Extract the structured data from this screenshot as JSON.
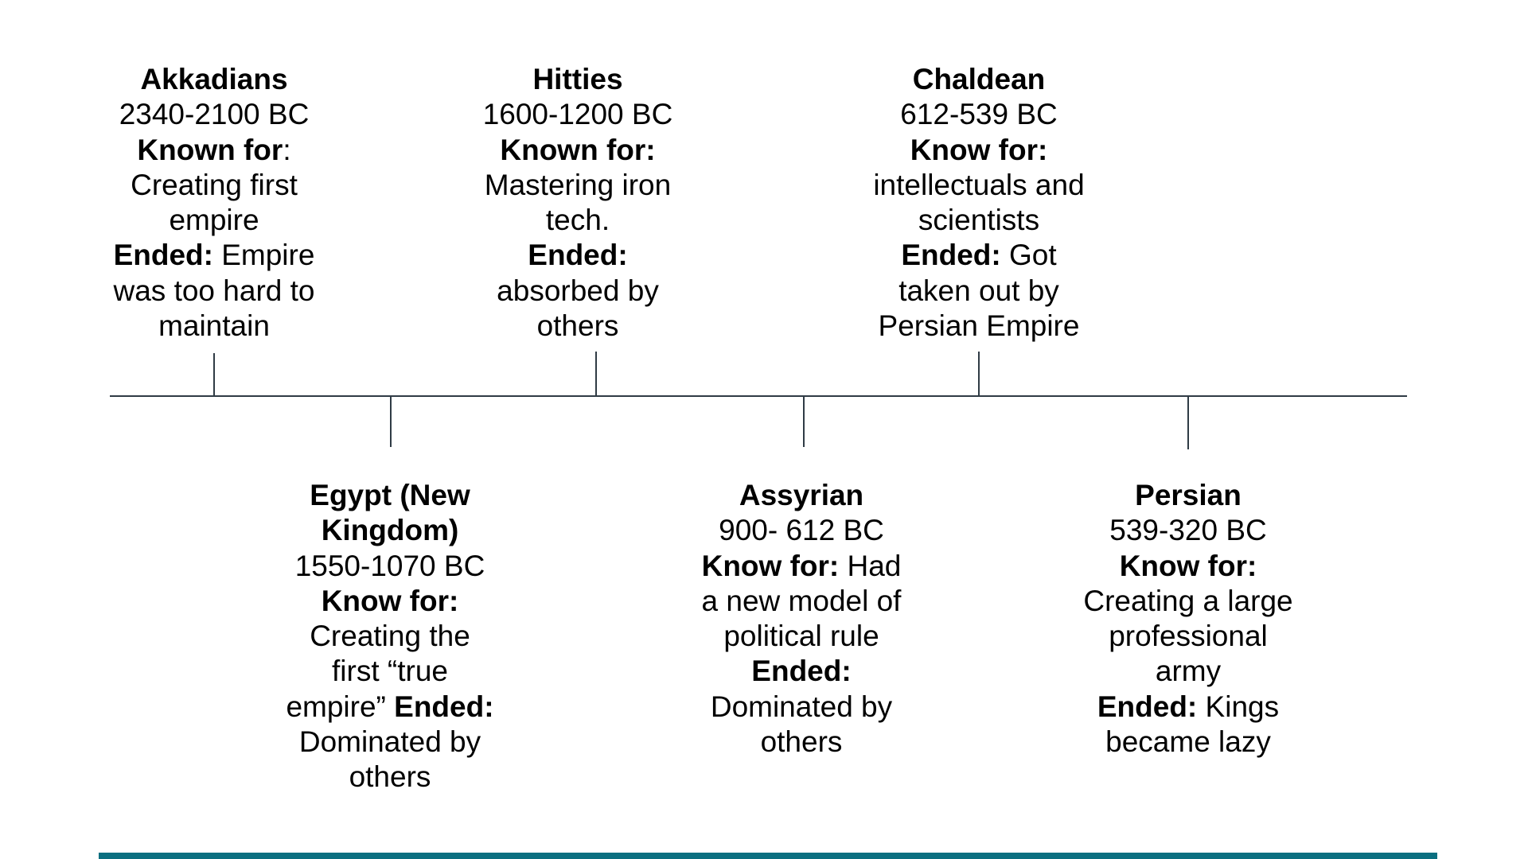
{
  "theme": {
    "line_color": "#2f3b45",
    "bottom_bar_color": "#0b6f80"
  },
  "timeline": {
    "entries": [
      {
        "name": "Akkadians",
        "dates": "2340-2100 BC",
        "lines": [
          [
            {
              "t": "Akkadians",
              "b": true
            }
          ],
          [
            {
              "t": "2340-2100 BC",
              "b": false
            }
          ],
          [
            {
              "t": "Known for",
              "b": true
            },
            {
              "t": ":",
              "b": false
            }
          ],
          [
            {
              "t": "Creating first",
              "b": false
            }
          ],
          [
            {
              "t": "empire",
              "b": false
            }
          ],
          [
            {
              "t": "Ended:",
              "b": true
            },
            {
              "t": " Empire",
              "b": false
            }
          ],
          [
            {
              "t": "was too hard to",
              "b": false
            }
          ],
          [
            {
              "t": "maintain",
              "b": false
            }
          ]
        ]
      },
      {
        "name": "Egypt (New Kingdom)",
        "dates": "1550-1070 BC",
        "lines": [
          [
            {
              "t": "Egypt (New",
              "b": true
            }
          ],
          [
            {
              "t": "Kingdom)",
              "b": true
            }
          ],
          [
            {
              "t": "1550-1070 BC",
              "b": false
            }
          ],
          [
            {
              "t": "Know for:",
              "b": true
            }
          ],
          [
            {
              "t": "Creating the",
              "b": false
            }
          ],
          [
            {
              "t": "first “true",
              "b": false
            }
          ],
          [
            {
              "t": "empire” ",
              "b": false
            },
            {
              "t": "Ended:",
              "b": true
            }
          ],
          [
            {
              "t": "Dominated by",
              "b": false
            }
          ],
          [
            {
              "t": "others",
              "b": false
            }
          ]
        ]
      },
      {
        "name": "Hitties",
        "dates": "1600-1200 BC",
        "lines": [
          [
            {
              "t": "Hitties",
              "b": true
            }
          ],
          [
            {
              "t": "1600-1200 BC",
              "b": false
            }
          ],
          [
            {
              "t": "Known for:",
              "b": true
            }
          ],
          [
            {
              "t": "Mastering iron",
              "b": false
            }
          ],
          [
            {
              "t": "tech.",
              "b": false
            }
          ],
          [
            {
              "t": "Ended:",
              "b": true
            }
          ],
          [
            {
              "t": "absorbed by",
              "b": false
            }
          ],
          [
            {
              "t": "others",
              "b": false
            }
          ]
        ]
      },
      {
        "name": "Assyrian",
        "dates": "900- 612 BC",
        "lines": [
          [
            {
              "t": "Assyrian",
              "b": true
            }
          ],
          [
            {
              "t": "900- 612 BC",
              "b": false
            }
          ],
          [
            {
              "t": "Know for:",
              "b": true
            },
            {
              "t": " Had",
              "b": false
            }
          ],
          [
            {
              "t": "a new model of",
              "b": false
            }
          ],
          [
            {
              "t": "political rule",
              "b": false
            }
          ],
          [
            {
              "t": "Ended:",
              "b": true
            }
          ],
          [
            {
              "t": "Dominated by",
              "b": false
            }
          ],
          [
            {
              "t": "others",
              "b": false
            }
          ]
        ]
      },
      {
        "name": "Chaldean",
        "dates": "612-539 BC",
        "lines": [
          [
            {
              "t": "Chaldean",
              "b": true
            }
          ],
          [
            {
              "t": "612-539 BC",
              "b": false
            }
          ],
          [
            {
              "t": "Know for:",
              "b": true
            }
          ],
          [
            {
              "t": "intellectuals and",
              "b": false
            }
          ],
          [
            {
              "t": "scientists",
              "b": false
            }
          ],
          [
            {
              "t": "Ended:",
              "b": true
            },
            {
              "t": " Got",
              "b": false
            }
          ],
          [
            {
              "t": "taken out by",
              "b": false
            }
          ],
          [
            {
              "t": "Persian Empire",
              "b": false
            }
          ]
        ]
      },
      {
        "name": "Persian",
        "dates": "539-320 BC",
        "lines": [
          [
            {
              "t": "Persian",
              "b": true
            }
          ],
          [
            {
              "t": "539-320 BC",
              "b": false
            }
          ],
          [
            {
              "t": "Know for:",
              "b": true
            }
          ],
          [
            {
              "t": "Creating a large",
              "b": false
            }
          ],
          [
            {
              "t": "professional",
              "b": false
            }
          ],
          [
            {
              "t": "army",
              "b": false
            }
          ],
          [
            {
              "t": "Ended:",
              "b": true
            },
            {
              "t": " Kings",
              "b": false
            }
          ],
          [
            {
              "t": "became lazy",
              "b": false
            }
          ]
        ]
      }
    ]
  }
}
